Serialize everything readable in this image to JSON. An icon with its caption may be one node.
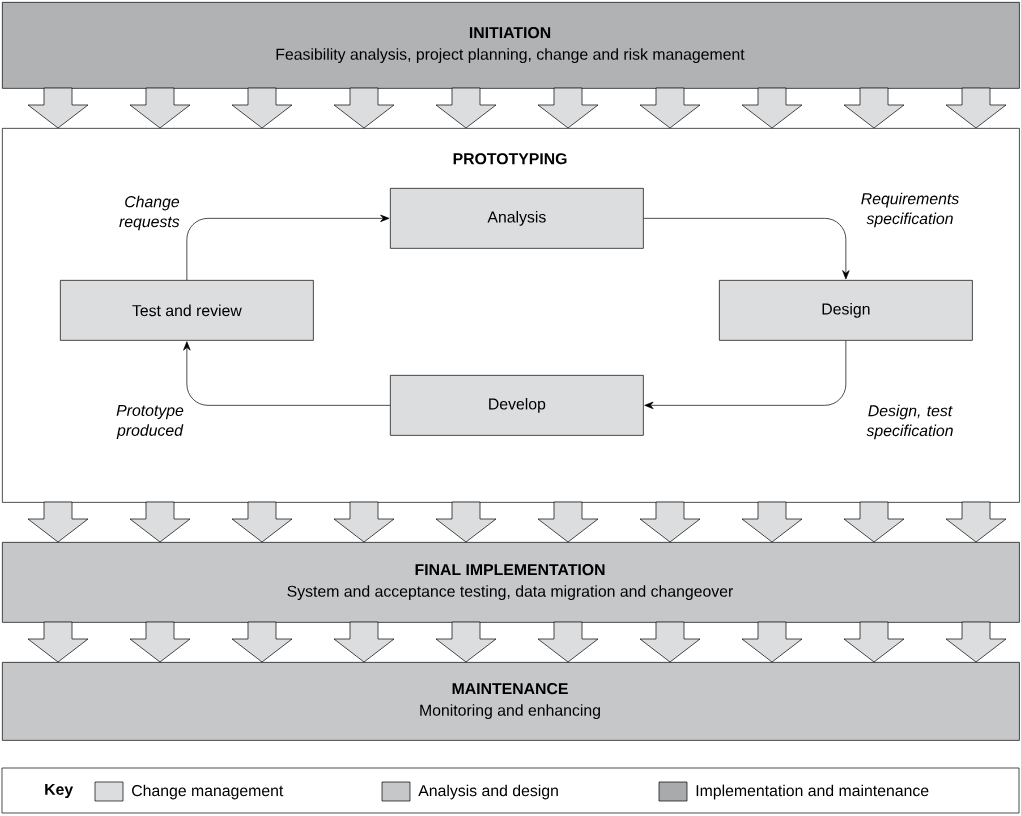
{
  "diagram": {
    "nodes": [
      {
        "text": [
          "INITIATION",
          "Feasibility analysis, project planning, change and risk management"
        ]
      },
      {
        "text": [
          "PROTOTYPING"
        ]
      },
      {
        "text": [
          "Analysis"
        ],
        "in": 1
      },
      {
        "text": [
          "Design"
        ],
        "in": 1
      },
      {
        "text": [
          "Develop"
        ],
        "in": 1
      },
      {
        "text": [
          "Test and review"
        ],
        "in": 1
      },
      {
        "text": [
          "FINAL IMPLEMENTATION",
          "System and acceptance testing, data migration and changeover"
        ]
      },
      {
        "text": [
          "MAINTENANCE",
          "Monitoring and enhancing"
        ]
      }
    ],
    "edges": [
      {
        "from": 0,
        "to": 1,
        "arrow": "to"
      },
      {
        "from": 0,
        "to": 1,
        "arrow": "to"
      },
      {
        "from": 0,
        "to": 1,
        "arrow": "to"
      },
      {
        "from": 0,
        "to": 1,
        "arrow": "to"
      },
      {
        "from": 0,
        "to": 1,
        "arrow": "to"
      },
      {
        "from": 0,
        "to": 1,
        "arrow": "to"
      },
      {
        "from": 0,
        "to": 1,
        "arrow": "to"
      },
      {
        "from": 0,
        "to": 1,
        "arrow": "to"
      },
      {
        "from": 0,
        "to": 1,
        "arrow": "to"
      },
      {
        "from": 0,
        "to": 1,
        "arrow": "to"
      },
      {
        "from": 5,
        "to": 2,
        "arrow": "to",
        "label": "Change requests"
      },
      {
        "from": 2,
        "to": 3,
        "arrow": "to",
        "label": "Requirements specification"
      },
      {
        "from": 3,
        "to": 4,
        "arrow": "to",
        "label": "Design, test specification"
      },
      {
        "from": 4,
        "to": 5,
        "arrow": "to",
        "label": "Prototype produced"
      },
      {
        "from": 1,
        "to": 6,
        "arrow": "to"
      },
      {
        "from": 1,
        "to": 6,
        "arrow": "to"
      },
      {
        "from": 1,
        "to": 6,
        "arrow": "to"
      },
      {
        "from": 1,
        "to": 6,
        "arrow": "to"
      },
      {
        "from": 1,
        "to": 6,
        "arrow": "to"
      },
      {
        "from": 1,
        "to": 6,
        "arrow": "to"
      },
      {
        "from": 1,
        "to": 6,
        "arrow": "to"
      },
      {
        "from": 1,
        "to": 6,
        "arrow": "to"
      },
      {
        "from": 1,
        "to": 6,
        "arrow": "to"
      },
      {
        "from": 1,
        "to": 6,
        "arrow": "to"
      },
      {
        "from": 6,
        "to": 7,
        "arrow": "to"
      },
      {
        "from": 6,
        "to": 7,
        "arrow": "to"
      },
      {
        "from": 6,
        "to": 7,
        "arrow": "to"
      },
      {
        "from": 6,
        "to": 7,
        "arrow": "to"
      },
      {
        "from": 6,
        "to": 7,
        "arrow": "to"
      },
      {
        "from": 6,
        "to": 7,
        "arrow": "to"
      },
      {
        "from": 6,
        "to": 7,
        "arrow": "to"
      },
      {
        "from": 6,
        "to": 7,
        "arrow": "to"
      },
      {
        "from": 6,
        "to": 7,
        "arrow": "to"
      },
      {
        "from": 6,
        "to": 7,
        "arrow": "to"
      }
    ],
    "labels": [
      "Key"
    ],
    "legend": [
      {
        "text": "Change management",
        "color": "#dcdddf"
      },
      {
        "text": "Analysis and design",
        "color": "#c6c7c9"
      },
      {
        "text": "Implementation and maintenance",
        "color": "#a9aaac"
      }
    ]
  }
}
